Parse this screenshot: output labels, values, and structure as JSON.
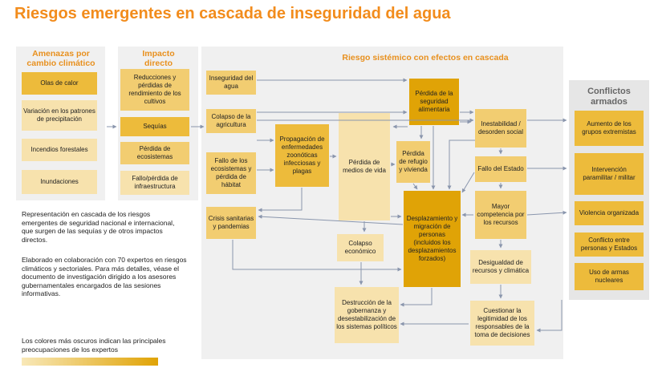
{
  "title": "Riesgos emergentes en cascada de inseguridad del agua",
  "columns": {
    "threats": "Amenazas por cambio climático",
    "direct": "Impacto directo",
    "systemic": "Riesgo sistémico con efectos en cascada",
    "conflicts": "Conflictos armados"
  },
  "threats": [
    "Olas de calor",
    "Variación en los patrones de precipitación",
    "Incendios forestales",
    "Inundaciones"
  ],
  "direct": [
    "Reducciones y pérdidas de rendimiento de los cultivos",
    "Sequías",
    "Pérdida de ecosistemas",
    "Fallo/pérdida de infraestructura"
  ],
  "systemic": {
    "water": "Inseguridad del agua",
    "agri": "Colapso de la agricultura",
    "eco": "Fallo de los ecosistemas y pérdida de hábitat",
    "health": "Crisis sanitarias y pandemias",
    "zoonotic": "Propagación de enfermedades zoonóticas infecciosas y plagas",
    "livelihood": "Pérdida de medios de vida",
    "food": "Pérdida de la seguridad alimentaria",
    "shelter": "Pérdida de refugio y vivienda",
    "migration": "Desplazamiento y migración de personas (incluidos los desplazamientos forzados)",
    "econ": "Colapso económico",
    "instability": "Inestabilidad / desorden social",
    "state": "Fallo del Estado",
    "competition": "Mayor competencia por los recursos",
    "inequality": "Desigualdad de recursos y climática",
    "governance": "Destrucción de la gobernanza y desestabilización de los sistemas políticos",
    "legitimacy": "Cuestionar la legitimidad de los responsables de la toma de decisiones"
  },
  "conflicts": [
    "Aumento de los grupos extremistas",
    "Intervención paramilitar / militar",
    "Violencia organizada",
    "Conflicto entre personas y Estados",
    "Uso de armas nucleares"
  ],
  "notes": [
    "Representación en cascada de los riesgos emergentes de seguridad nacional e internacional, que surgen de las sequías y de otros impactos directos.",
    "Elaborado en colaboración con 70 expertos en riesgos climáticos y sectoriales. Para más detalles, véase el documento de investigación dirigido a los asesores gubernamentales encargados de las sesiones informativas.",
    "Los colores más oscuros indican las principales preocupaciones de los expertos"
  ],
  "colors": {
    "title": "#f28c1c",
    "lightest": "#f7e2ad",
    "light": "#f2cd71",
    "medium": "#edbb3b",
    "dark": "#e0a306",
    "panel": "#f0f0f0",
    "arrow": "#8a96ad"
  }
}
